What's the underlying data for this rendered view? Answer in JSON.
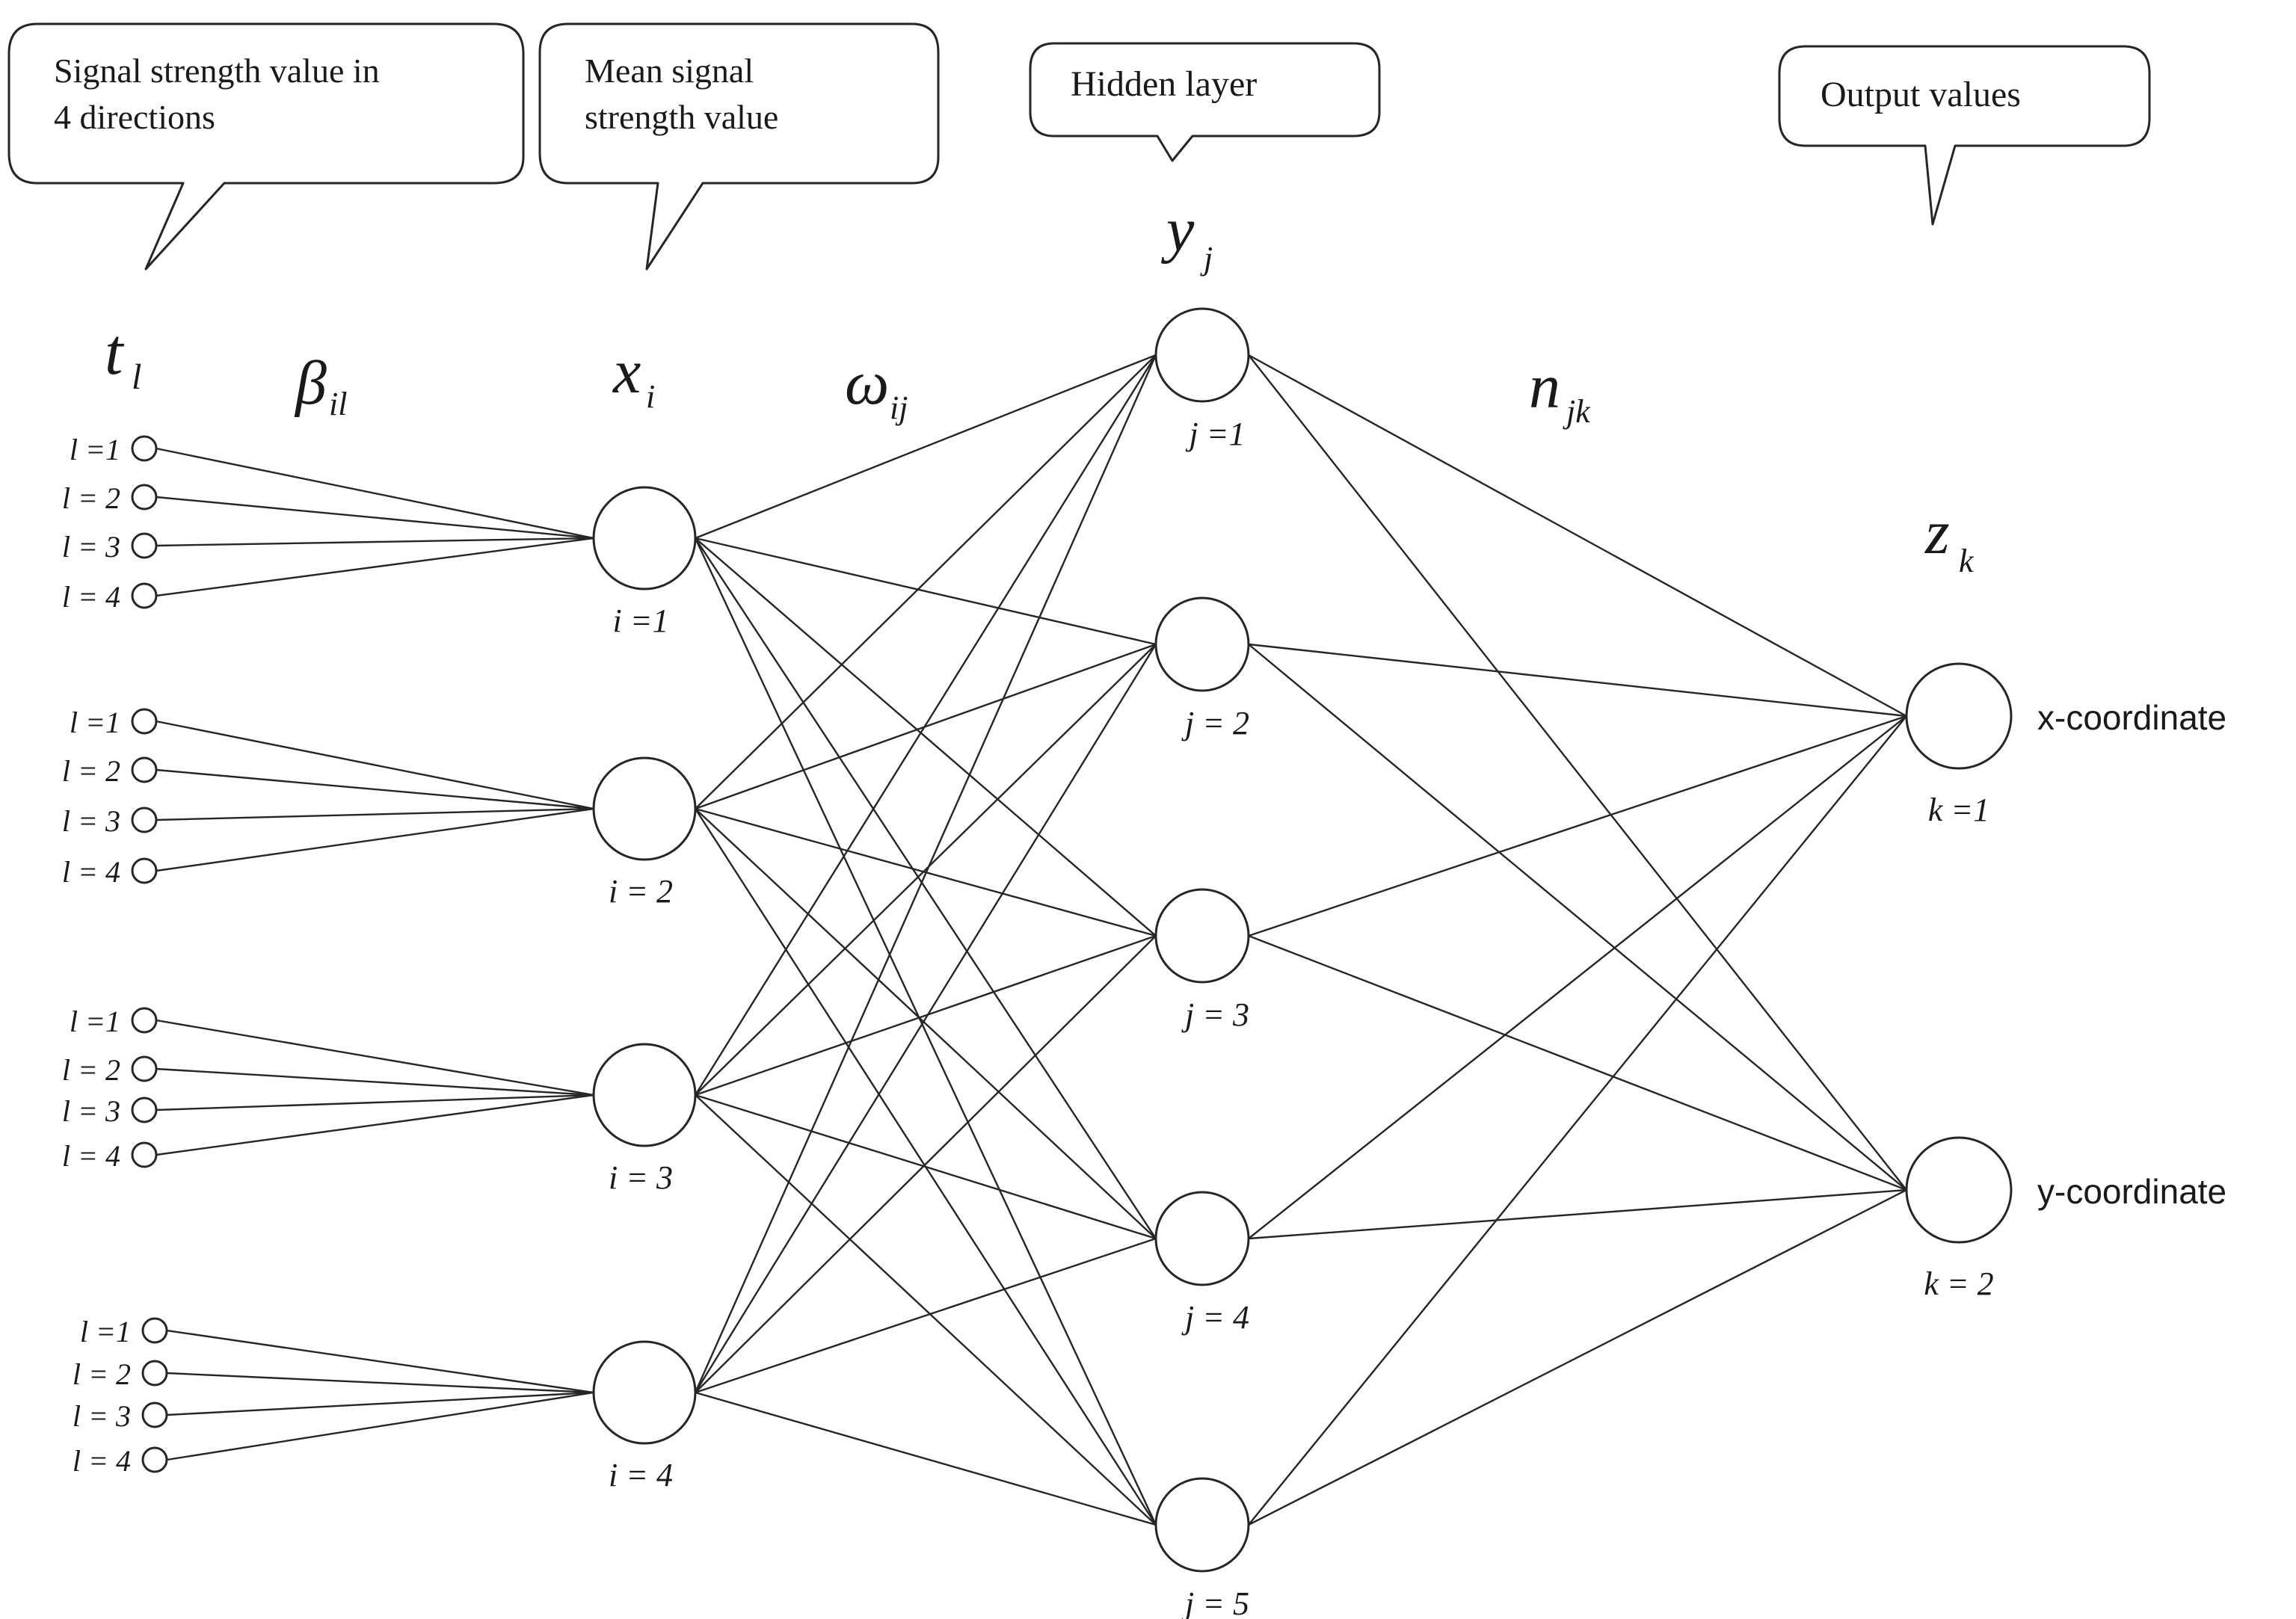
{
  "callouts": {
    "input": {
      "line1": "Signal strength value in",
      "line2": "4 directions"
    },
    "mean": {
      "line1": "Mean signal",
      "line2": "strength value"
    },
    "hidden": {
      "line1": "Hidden layer"
    },
    "output": {
      "line1": "Output values"
    }
  },
  "symbols": {
    "t": {
      "base": "t",
      "sub": "l"
    },
    "beta": {
      "base": "β",
      "sub": "il"
    },
    "x": {
      "base": "x",
      "sub": "i"
    },
    "omega": {
      "base": "ω",
      "sub": "ij"
    },
    "y": {
      "base": "y",
      "sub": "j"
    },
    "n": {
      "base": "n",
      "sub": "jk"
    },
    "z": {
      "base": "z",
      "sub": "k"
    }
  },
  "input_labels": [
    "l =1",
    "l = 2",
    "l = 3",
    "l = 4"
  ],
  "mean_labels": [
    "i =1",
    "i = 2",
    "i = 3",
    "i = 4"
  ],
  "hidden_labels": [
    "j =1",
    "j = 2",
    "j = 3",
    "j = 4",
    "j = 5"
  ],
  "output_labels": [
    "k =1",
    "k = 2"
  ],
  "output_names": [
    "x-coordinate",
    "y-coordinate"
  ]
}
